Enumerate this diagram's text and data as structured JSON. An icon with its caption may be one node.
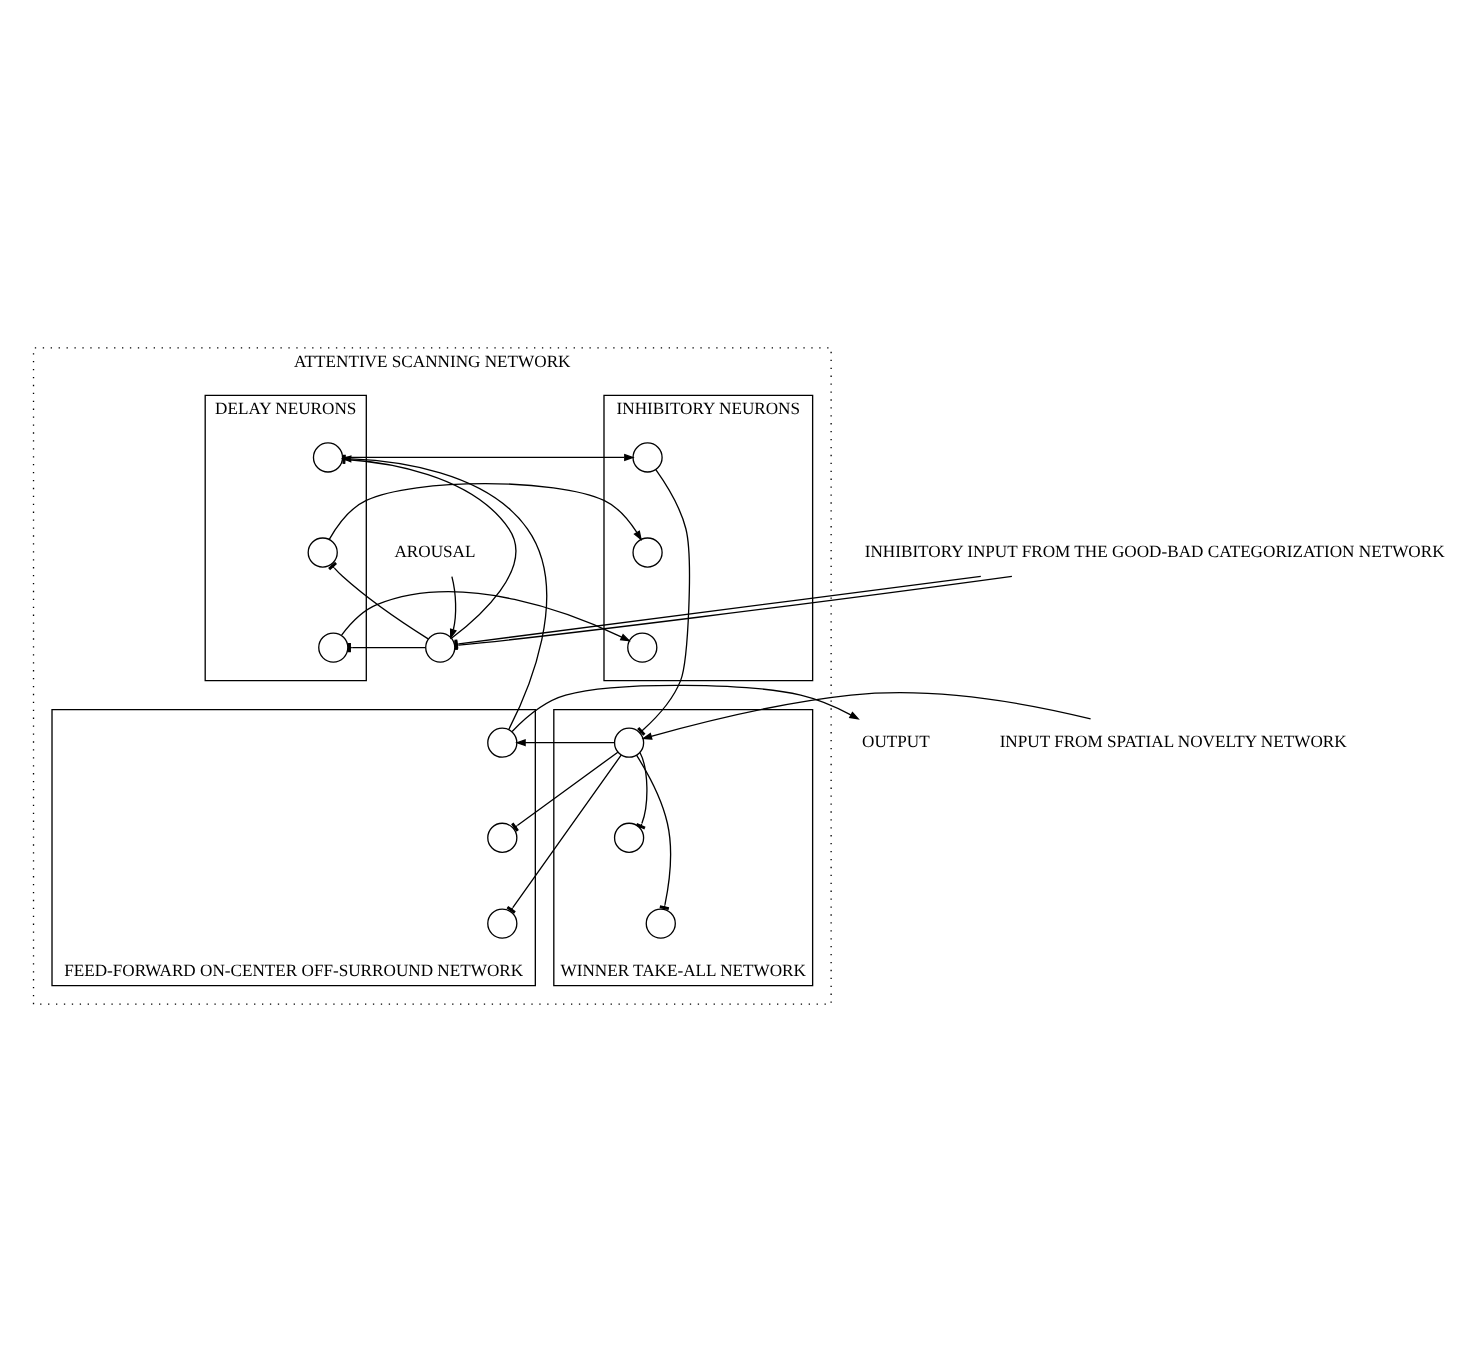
{
  "diagram": {
    "nodes": [
      {
        "text": [
          "ATTENTIVE SCANNING NETWORK"
        ]
      },
      {
        "text": [
          "INHIBITORY NEURONS"
        ],
        "in": 0
      },
      {
        "text": [
          "DELAY NEURONS"
        ],
        "in": 0
      },
      {
        "text": [
          "WINNER TAKE-ALL NETWORK"
        ],
        "in": 0
      },
      {
        "text": [
          "FEED-FORWARD ON-CENTER OFF-SURROUND NETWORK"
        ],
        "in": 0
      },
      {
        "text": [],
        "shape": "circle",
        "in": 1
      },
      {
        "text": [],
        "shape": "circle",
        "in": 1
      },
      {
        "text": [],
        "shape": "circle",
        "in": 1
      },
      {
        "text": [],
        "shape": "circle",
        "in": 2
      },
      {
        "text": [],
        "shape": "circle",
        "in": 2
      },
      {
        "text": [],
        "shape": "circle",
        "in": 2
      },
      {
        "text": [],
        "shape": "circle",
        "in": 0
      },
      {
        "text": [],
        "shape": "circle",
        "in": 3
      },
      {
        "text": [],
        "shape": "circle",
        "in": 3
      },
      {
        "text": [],
        "shape": "circle",
        "in": 3
      },
      {
        "text": [],
        "shape": "circle",
        "in": 4
      },
      {
        "text": [],
        "shape": "circle",
        "in": 4
      },
      {
        "text": [],
        "shape": "circle",
        "in": 4
      },
      {
        "text": [
          "INHIBITORY INPUT FROM THE GOOD-BAD CATEGORIZATION NETWORK"
        ]
      },
      {
        "text": [
          "AROUSAL"
        ],
        "in": 0
      },
      {
        "text": [
          "OUTPUT"
        ]
      },
      {
        "text": [
          "INPUT FROM SPATIAL NOVELTY NETWORK"
        ]
      }
    ],
    "edges": [
      {
        "from": 8,
        "to": 5,
        "arrow": "to"
      },
      {
        "from": 9,
        "to": 6,
        "arrow": "to"
      },
      {
        "from": 10,
        "to": 7,
        "arrow": "to"
      },
      {
        "from": 11,
        "to": 8,
        "arrow": "other"
      },
      {
        "from": 11,
        "to": 9,
        "arrow": "other"
      },
      {
        "from": 11,
        "to": 10,
        "arrow": "other"
      },
      {
        "from": 18,
        "to": 11,
        "arrow": "other"
      },
      {
        "from": 18,
        "to": 11,
        "arrow": "other"
      },
      {
        "from": 19,
        "to": 11,
        "arrow": "to"
      },
      {
        "from": 15,
        "to": 8,
        "arrow": "to"
      },
      {
        "from": 15,
        "to": 20,
        "arrow": "to"
      },
      {
        "from": 21,
        "to": 12,
        "arrow": "to"
      },
      {
        "from": 5,
        "to": 12,
        "arrow": "other"
      },
      {
        "from": 12,
        "to": 15,
        "arrow": "to"
      },
      {
        "from": 12,
        "to": 16,
        "arrow": "other"
      },
      {
        "from": 12,
        "to": 17,
        "arrow": "other"
      },
      {
        "from": 12,
        "to": 13,
        "arrow": "other"
      },
      {
        "from": 12,
        "to": 14,
        "arrow": "other"
      }
    ]
  }
}
